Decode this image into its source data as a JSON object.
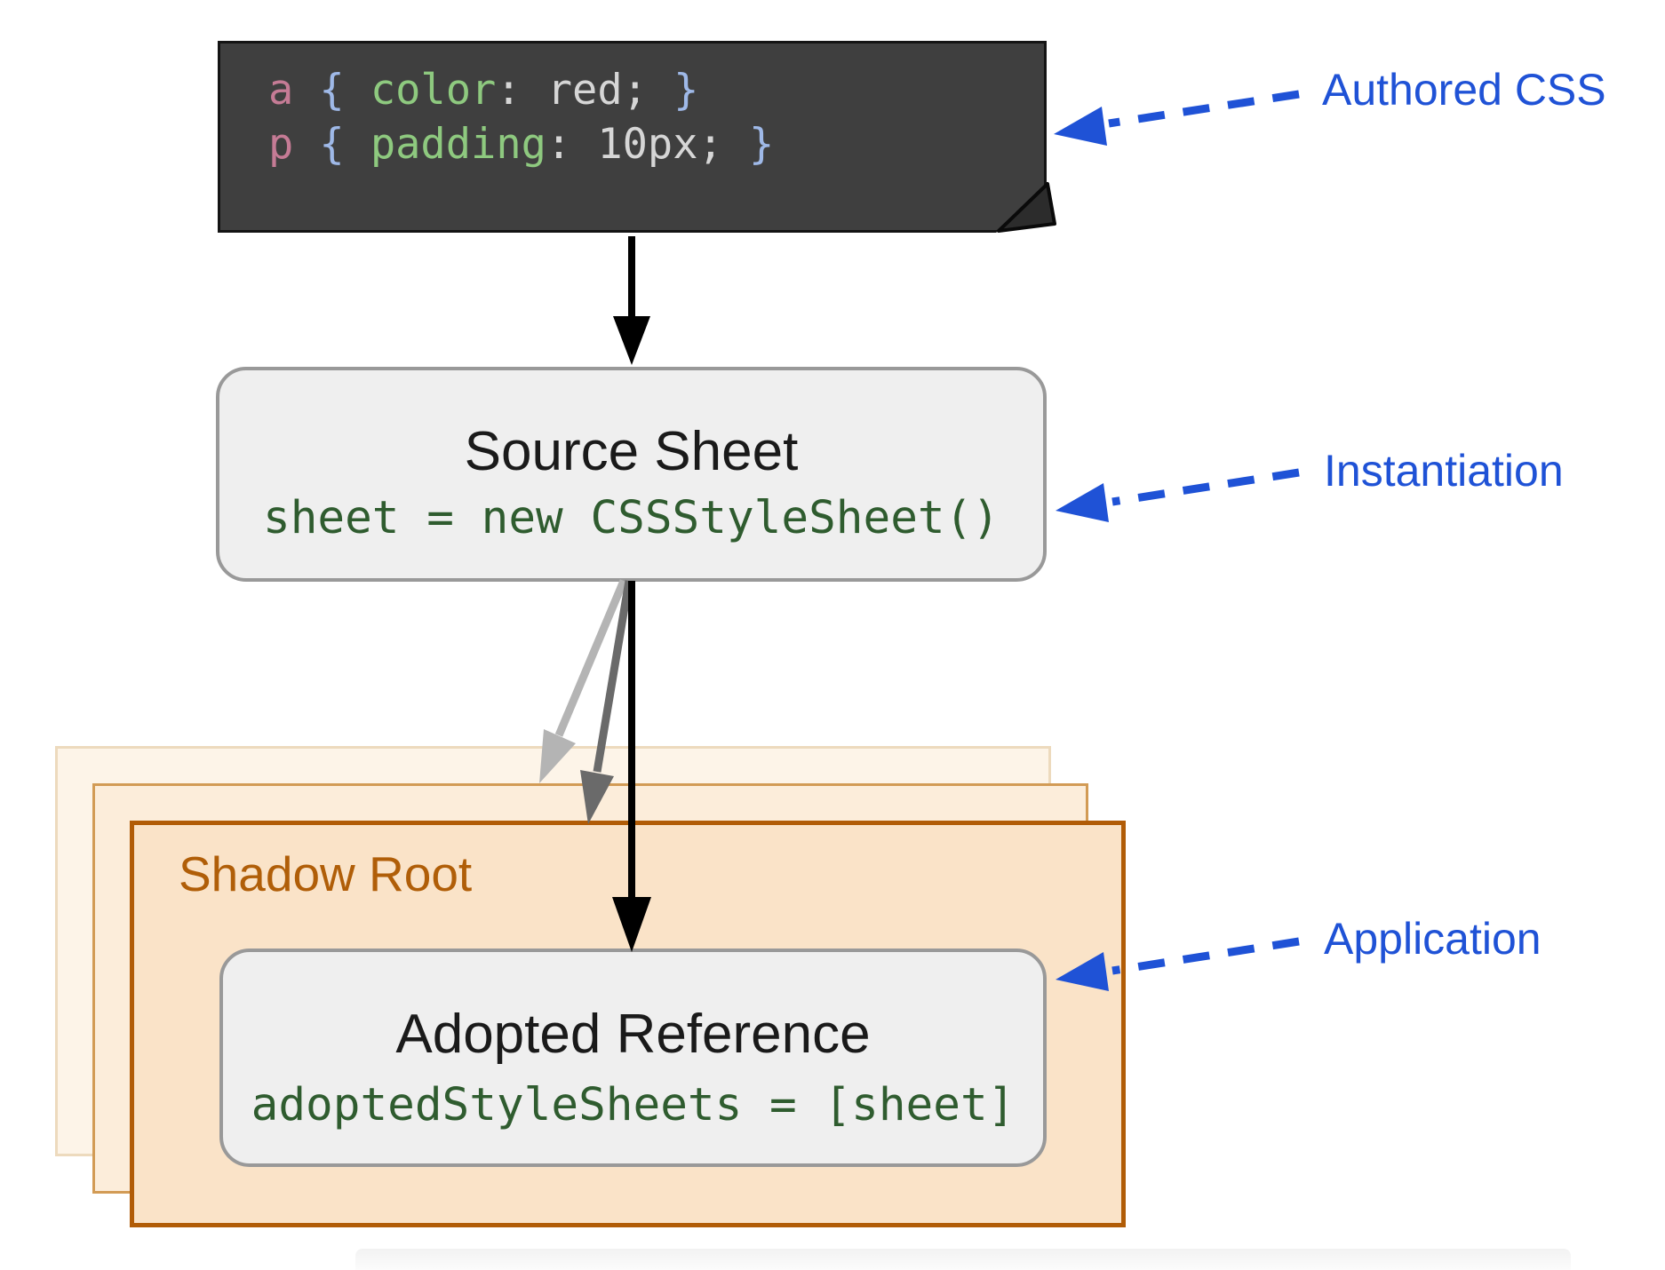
{
  "authored_css": {
    "callout_label": "Authored CSS",
    "code": {
      "line1": {
        "selector": "a",
        "open_brace": "{",
        "property": "color",
        "colon": ":",
        "value": "red",
        "semicolon": ";",
        "close_brace": "}"
      },
      "line2": {
        "selector": "p",
        "open_brace": "{",
        "property": "padding",
        "colon": ":",
        "value": "10px",
        "semicolon": ";",
        "close_brace": "}"
      }
    }
  },
  "source_sheet": {
    "title": "Source Sheet",
    "code": "sheet = new CSSStyleSheet()",
    "callout_label": "Instantiation"
  },
  "shadow_root": {
    "label": "Shadow Root"
  },
  "adopted_reference": {
    "title": "Adopted Reference",
    "code": "adoptedStyleSheets = [sheet]",
    "callout_label": "Application"
  },
  "colors": {
    "accent_blue": "#1f52d6",
    "code_block_bg": "#3f3f3f",
    "selector_pink": "#c57b95",
    "brace_blue": "#9fb9e8",
    "property_green": "#8ec97f",
    "value_gray": "#d6d6d6",
    "panel_fill": "#efefef",
    "panel_border": "#999999",
    "panel_code_green": "#2f5c2f",
    "shadow_root_orange": "#b05e08",
    "shadow_front_fill": "#fae3c8",
    "shadow_mid_border": "#d29b55",
    "shadow_back_border": "#eddabd"
  }
}
